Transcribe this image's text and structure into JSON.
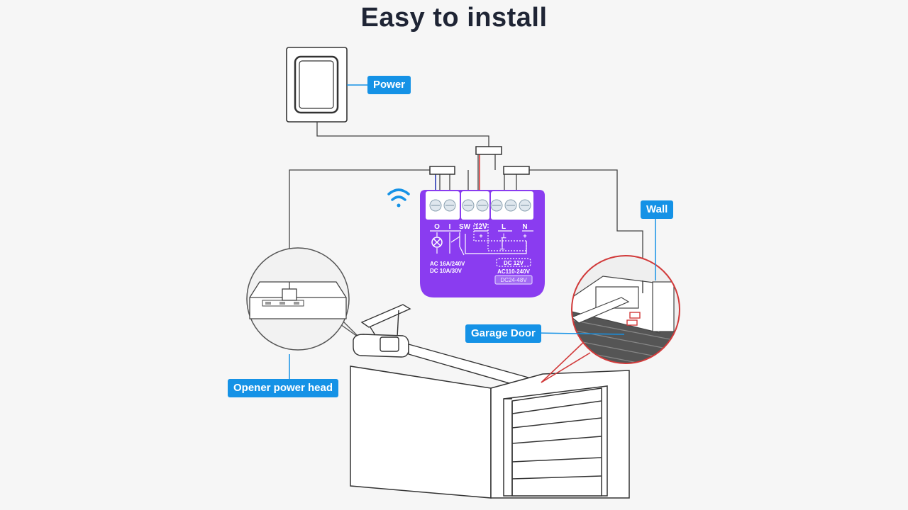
{
  "title": "Easy to install",
  "labels": {
    "power": "Power",
    "wall": "Wall",
    "garage_door": "Garage Door",
    "opener_power_head": "Opener power head"
  },
  "device": {
    "terminals": [
      "O",
      "I",
      "SW",
      "12V",
      "L",
      "N"
    ],
    "plus": "+",
    "ground": "⊥",
    "rating_ac": "AC 16A/240V",
    "rating_dc": "DC 10A/30V",
    "input_dc12": "DC 12V",
    "input_ac": "AC110-240V",
    "input_dc24": "DC24-48V"
  },
  "colors": {
    "device": "#8a3cf0",
    "terminal": "#dfe7ee",
    "tag": "#1592e6",
    "wifi": "#1592e6",
    "wire_red": "#e03a3a",
    "wire_blue": "#2a3ab5",
    "callout_red": "#d13a3a"
  },
  "icons": {
    "wifi": "wifi-icon",
    "lamp": "lamp-icon"
  }
}
